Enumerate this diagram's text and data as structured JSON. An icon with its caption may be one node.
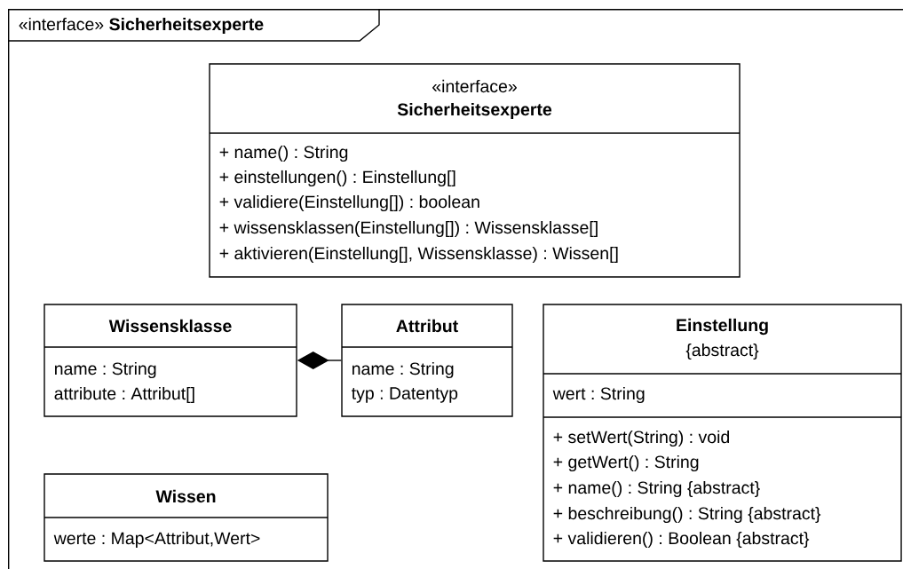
{
  "diagram": {
    "nodes": [
      {
        "text": [
          "«interface» **Sicherheitsexperte**"
        ]
      },
      {
        "text": [
          "«interface»",
          "Sicherheitsexperte",
          "+ name() : String",
          "+ einstellungen() : Einstellung[]",
          "+ validiere(Einstellung[]) : boolean",
          "+ wissensklassen(Einstellung[]) : Wissensklasse[]",
          "+ aktivieren(Einstellung[], Wissensklasse) : Wissen[]"
        ],
        "in": 0
      },
      {
        "text": [
          "Wissensklasse",
          "name : String",
          "attribute : Attribut[]"
        ],
        "in": 0
      },
      {
        "text": [
          "Attribut",
          "name : String",
          "typ : Datentyp"
        ],
        "in": 0
      },
      {
        "text": [
          "Einstellung",
          "{abstract}",
          "wert : String",
          "+ setWert(String) : void",
          "+ getWert() : String",
          "+ name() : String {abstract}",
          "+ beschreibung() : String {abstract}",
          "+ validieren() : Boolean {abstract}"
        ],
        "in": 0
      },
      {
        "text": [
          "Wissen",
          "werte : Map<Attribut,Wert>"
        ],
        "in": 0
      }
    ],
    "edges": [
      {
        "from": 3,
        "to": 2,
        "arrow": "other"
      }
    ]
  }
}
